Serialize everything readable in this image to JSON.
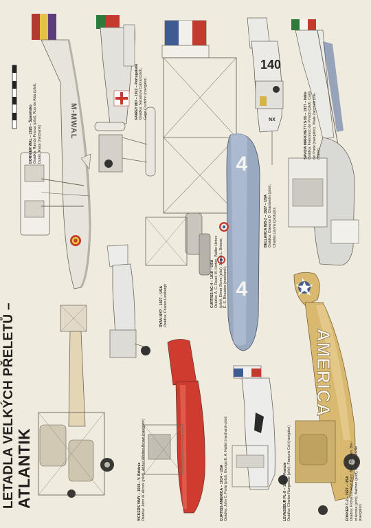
{
  "title": {
    "line1": "LETADLA VELKÝCH PŘELETŮ –",
    "line2": "ATLANTIK"
  },
  "captions": [
    {
      "id": "dornier",
      "lines": [
        "DORNIER WAL – 1926 – Španělsko",
        "Osádka: Ramón Franco (pilot), Ruiz de Alda (pilot),",
        "Durán, Rada (mechanik)"
      ]
    },
    {
      "id": "fairey",
      "lines": [
        "FAIREY IIID – 1922 – Portugalsko",
        "Osádka: Sacadura Cabral (pilot),",
        "Gago Coutinho (navigátor)"
      ]
    },
    {
      "id": "curtiss-nc4",
      "lines": [
        "CURTISS NC-4 – 1919 – USA",
        "Osádka: A. C. Read, W. Hinton, Walter Hinton",
        "(pilot), Elmer Stone (pilot), James L. Breese,",
        "E. S. Rhoades (mechanik)"
      ]
    },
    {
      "id": "bellanca",
      "lines": [
        "BELLANCA WB-2 – 1927 – USA",
        "Osádka: Clarence D. Chamberlin (pilot),",
        "Charles Levine (cestující)"
      ]
    },
    {
      "id": "savoia",
      "lines": [
        "SAVOIA MARCHETTI S-55 – 1927 – Itálie",
        "Osádka: Francesco de Pinedo (pilot), Carlo",
        "del Prete (navigátor), Vitale Zacchetti (me-",
        "chanik)"
      ]
    },
    {
      "id": "ryan",
      "lines": [
        "RYAN NYP – 1927 – USA",
        "Osádka: Charles Lindbergh"
      ]
    },
    {
      "id": "vickers",
      "lines": [
        "VICKERS VIMY – 1919 – V. Británie",
        "Osádka: John W. Alcock (pilot), Arthur Whitten-Brown (navigátor)"
      ]
    },
    {
      "id": "curtiss-america",
      "lines": [
        "CURTISS AMERICA – 1914 – USA",
        "Osádka: John C. Porte (pilot), George E. A. Hallet (mechanik-pilot)"
      ]
    },
    {
      "id": "levasseur",
      "lines": [
        "LEVASSEUR PL-8 – 1927 – Francie",
        "Osádka: Charles Nungesser (pilot), François Coli (navigátor)"
      ]
    },
    {
      "id": "fokker",
      "lines": [
        "FOKKER C-2 – 1927 – USA",
        "Osádka: Richard Evelyn Byrd, Bernt Balchen, Ber-",
        "nt Acosta (pilot), Balchen (pilot), George Noville",
        "(navigátor)"
      ]
    }
  ],
  "markings": {
    "dornier_reg": "M-MWAL",
    "nc4_number": "4",
    "bellanca_number": "140",
    "bellanca_reg": "NX",
    "fokker_name": "AMERICA"
  },
  "colors": {
    "paper": "#f4f0e6",
    "fokker_yellow": "#d9b870",
    "curtiss_red": "#cf3b2f",
    "nc4_grey": "#98a9c0",
    "text": "#2a2622"
  }
}
